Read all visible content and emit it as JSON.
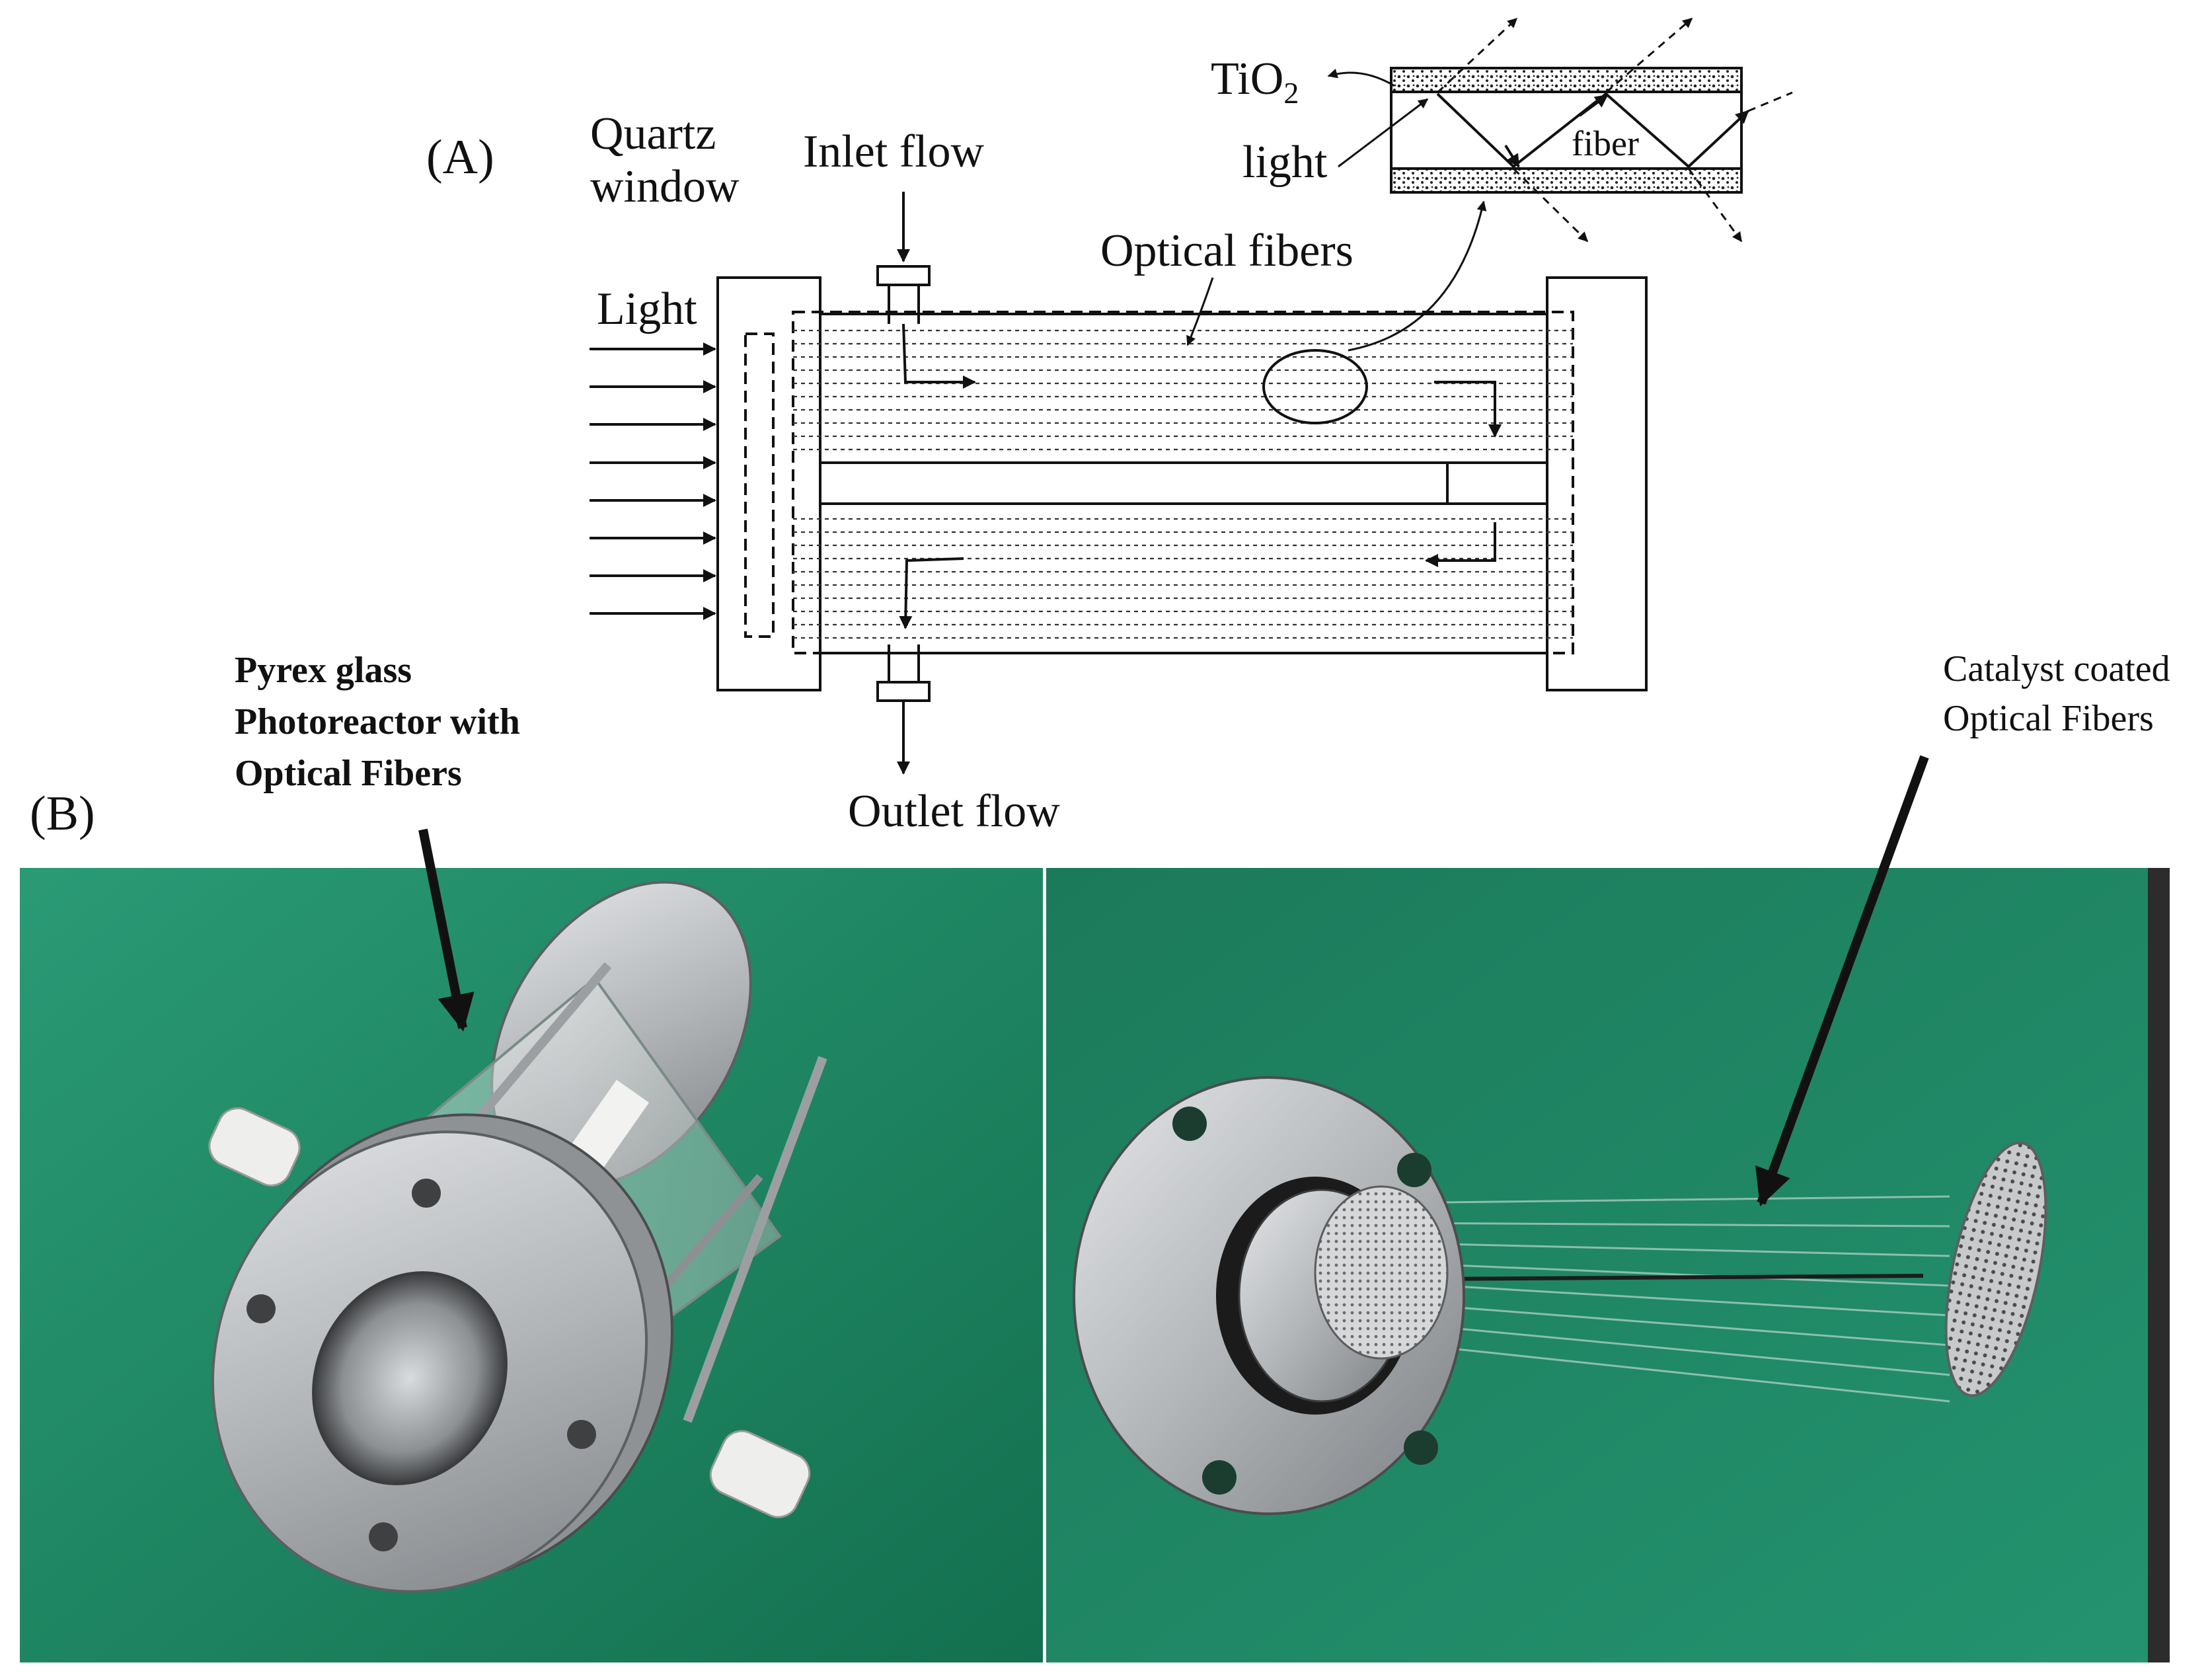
{
  "panel_a": {
    "panel_label": "(A)",
    "quartz_window_line1": "Quartz",
    "quartz_window_line2": "window",
    "inlet_flow": "Inlet flow",
    "outlet_flow": "Outlet flow",
    "light": "Light",
    "optical_fibers": "Optical fibers",
    "inset": {
      "tio2_main": "TiO",
      "tio2_sub": "2",
      "light": "light",
      "fiber": "fiber"
    }
  },
  "panel_b": {
    "panel_label": "(B)",
    "photoreactor_line1": "Pyrex glass",
    "photoreactor_line2": "Photoreactor with",
    "photoreactor_line3": "Optical Fibers",
    "catalyst_line1": "Catalyst coated",
    "catalyst_line2": "Optical Fibers"
  },
  "colors": {
    "green_surface": "#1f8a66",
    "green_dark": "#0f5e45",
    "steel": "#b9bcbf",
    "steel_dark": "#6e7174"
  }
}
